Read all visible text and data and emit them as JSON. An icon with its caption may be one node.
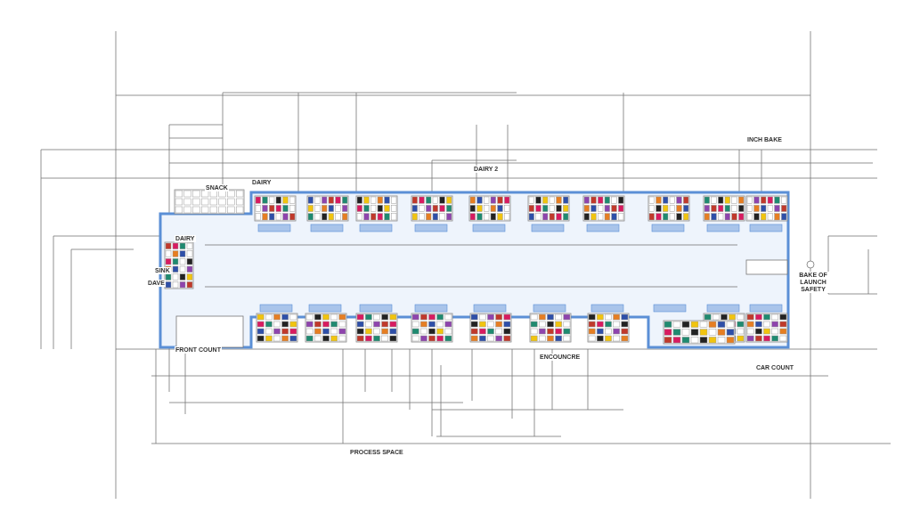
{
  "diagram": {
    "labels": [
      "INCH BAKE",
      "DAIRY 2",
      "DAIRY",
      "SNACK",
      "DAIRY",
      "SINK",
      "DAVE",
      "BAKE OF LAUNCH SAFETY",
      "FRONT COUNT",
      "ENCOUNCRE",
      "CAR COUNT",
      "PROCESS SPACE"
    ]
  }
}
